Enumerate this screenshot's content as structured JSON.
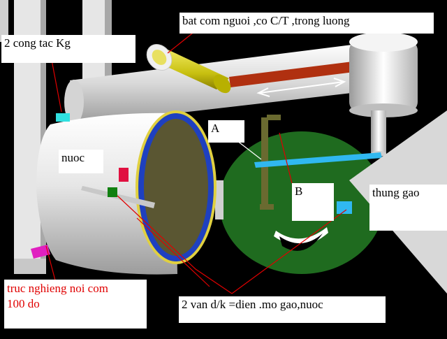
{
  "labels": {
    "bat_com": "bat com nguoi ,co C/T ,trong  luong",
    "cong_tac": "2 cong tac  Kg",
    "nuoc": "nuoc",
    "a": "A",
    "b": "B",
    "thung_gao": "thung gao",
    "truc_nghieng_line1": "truc nghieng noi com",
    "truc_nghieng_line2": "100 do",
    "van": "2 van d/k =dien .mo gao,nuoc"
  },
  "colors": {
    "background": "#000000",
    "annotation_line": "#e00000",
    "pot_body": "#e8e8e8",
    "pot_rim": "#1e40c0",
    "pot_rim_outer": "#e0d040",
    "pot_interior": "#5a5632",
    "drum": "#1f6b1f",
    "pipe": "#e8e8e8",
    "yellow_cylinder": "#d8d020",
    "rod": "#b03010",
    "blue_pipe": "#30b8f0",
    "frame": "#e0e0e0"
  }
}
